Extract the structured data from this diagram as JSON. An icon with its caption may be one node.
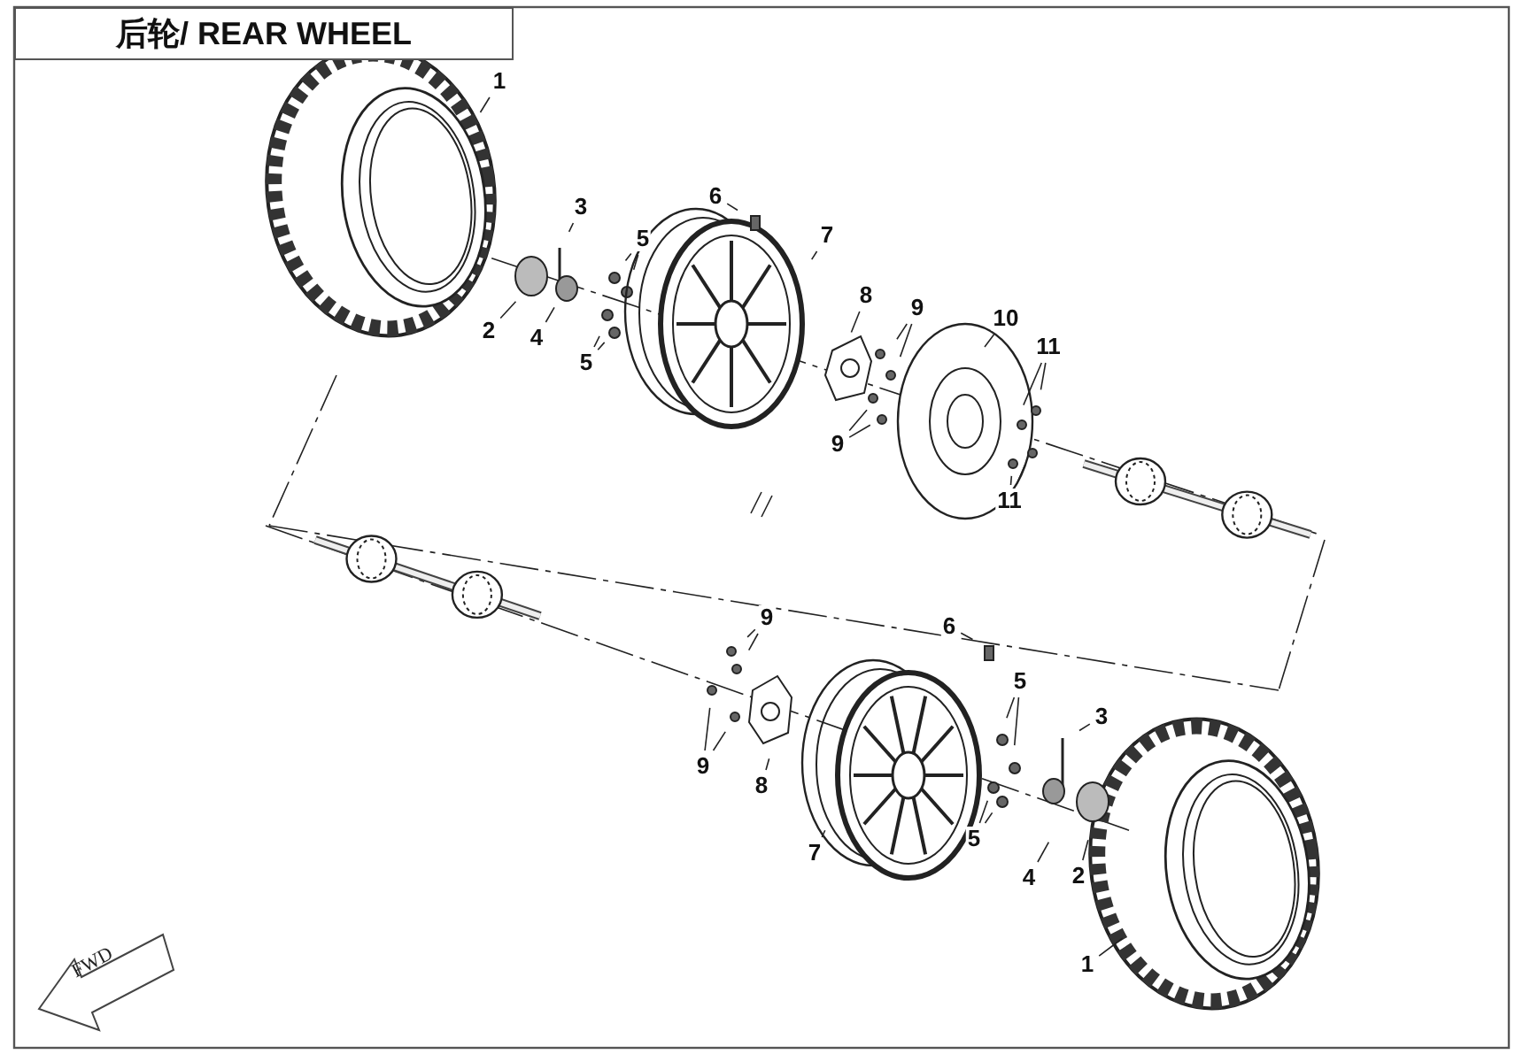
{
  "diagram": {
    "title": "后轮/ REAR WHEEL",
    "nodes": [
      {
        "text": [
          "1"
        ]
      },
      {
        "text": [
          "3"
        ]
      },
      {
        "text": [
          "6"
        ]
      },
      {
        "text": [
          "7"
        ]
      },
      {
        "text": [
          "5"
        ]
      },
      {
        "text": [
          "8"
        ]
      },
      {
        "text": [
          "9"
        ]
      },
      {
        "text": [
          "10"
        ]
      },
      {
        "text": [
          "11"
        ]
      },
      {
        "text": [
          "2"
        ]
      },
      {
        "text": [
          "4"
        ]
      },
      {
        "text": [
          "5"
        ]
      },
      {
        "text": [
          "9"
        ]
      },
      {
        "text": [
          "11"
        ]
      },
      {
        "text": [
          "9"
        ]
      },
      {
        "text": [
          "6"
        ]
      },
      {
        "text": [
          "5"
        ]
      },
      {
        "text": [
          "3"
        ]
      },
      {
        "text": [
          "9"
        ]
      },
      {
        "text": [
          "8"
        ]
      },
      {
        "text": [
          "5"
        ]
      },
      {
        "text": [
          "7"
        ]
      },
      {
        "text": [
          "4"
        ]
      },
      {
        "text": [
          "2"
        ]
      },
      {
        "text": [
          "1"
        ]
      }
    ],
    "edges": [
      {
        "from": 0,
        "to": null,
        "arrow": "none"
      },
      {
        "from": 1,
        "to": null,
        "arrow": "none"
      },
      {
        "from": 2,
        "to": null,
        "arrow": "none"
      },
      {
        "from": 3,
        "to": null,
        "arrow": "none"
      },
      {
        "from": 4,
        "to": null,
        "arrow": "none"
      },
      {
        "from": 4,
        "to": null,
        "arrow": "none"
      },
      {
        "from": 5,
        "to": null,
        "arrow": "none"
      },
      {
        "from": 6,
        "to": null,
        "arrow": "none"
      },
      {
        "from": 6,
        "to": null,
        "arrow": "none"
      },
      {
        "from": 7,
        "to": null,
        "arrow": "none"
      },
      {
        "from": 8,
        "to": null,
        "arrow": "none"
      },
      {
        "from": 8,
        "to": null,
        "arrow": "none"
      },
      {
        "from": 9,
        "to": null,
        "arrow": "none"
      },
      {
        "from": 10,
        "to": null,
        "arrow": "none"
      },
      {
        "from": 11,
        "to": null,
        "arrow": "none"
      },
      {
        "from": 11,
        "to": null,
        "arrow": "none"
      },
      {
        "from": 12,
        "to": null,
        "arrow": "none"
      },
      {
        "from": 12,
        "to": null,
        "arrow": "none"
      },
      {
        "from": 13,
        "to": null,
        "arrow": "none"
      },
      {
        "from": 13,
        "to": null,
        "arrow": "none"
      },
      {
        "from": 14,
        "to": null,
        "arrow": "none"
      },
      {
        "from": 14,
        "to": null,
        "arrow": "none"
      },
      {
        "from": 15,
        "to": null,
        "arrow": "none"
      },
      {
        "from": 16,
        "to": null,
        "arrow": "none"
      },
      {
        "from": 16,
        "to": null,
        "arrow": "none"
      },
      {
        "from": 17,
        "to": null,
        "arrow": "none"
      },
      {
        "from": 18,
        "to": null,
        "arrow": "none"
      },
      {
        "from": 18,
        "to": null,
        "arrow": "none"
      },
      {
        "from": 19,
        "to": null,
        "arrow": "none"
      },
      {
        "from": 20,
        "to": null,
        "arrow": "none"
      },
      {
        "from": 20,
        "to": null,
        "arrow": "none"
      },
      {
        "from": 21,
        "to": null,
        "arrow": "none"
      },
      {
        "from": 22,
        "to": null,
        "arrow": "none"
      },
      {
        "from": 23,
        "to": null,
        "arrow": "none"
      },
      {
        "from": 24,
        "to": null,
        "arrow": "none"
      }
    ],
    "labels": [
      "FWD"
    ]
  }
}
